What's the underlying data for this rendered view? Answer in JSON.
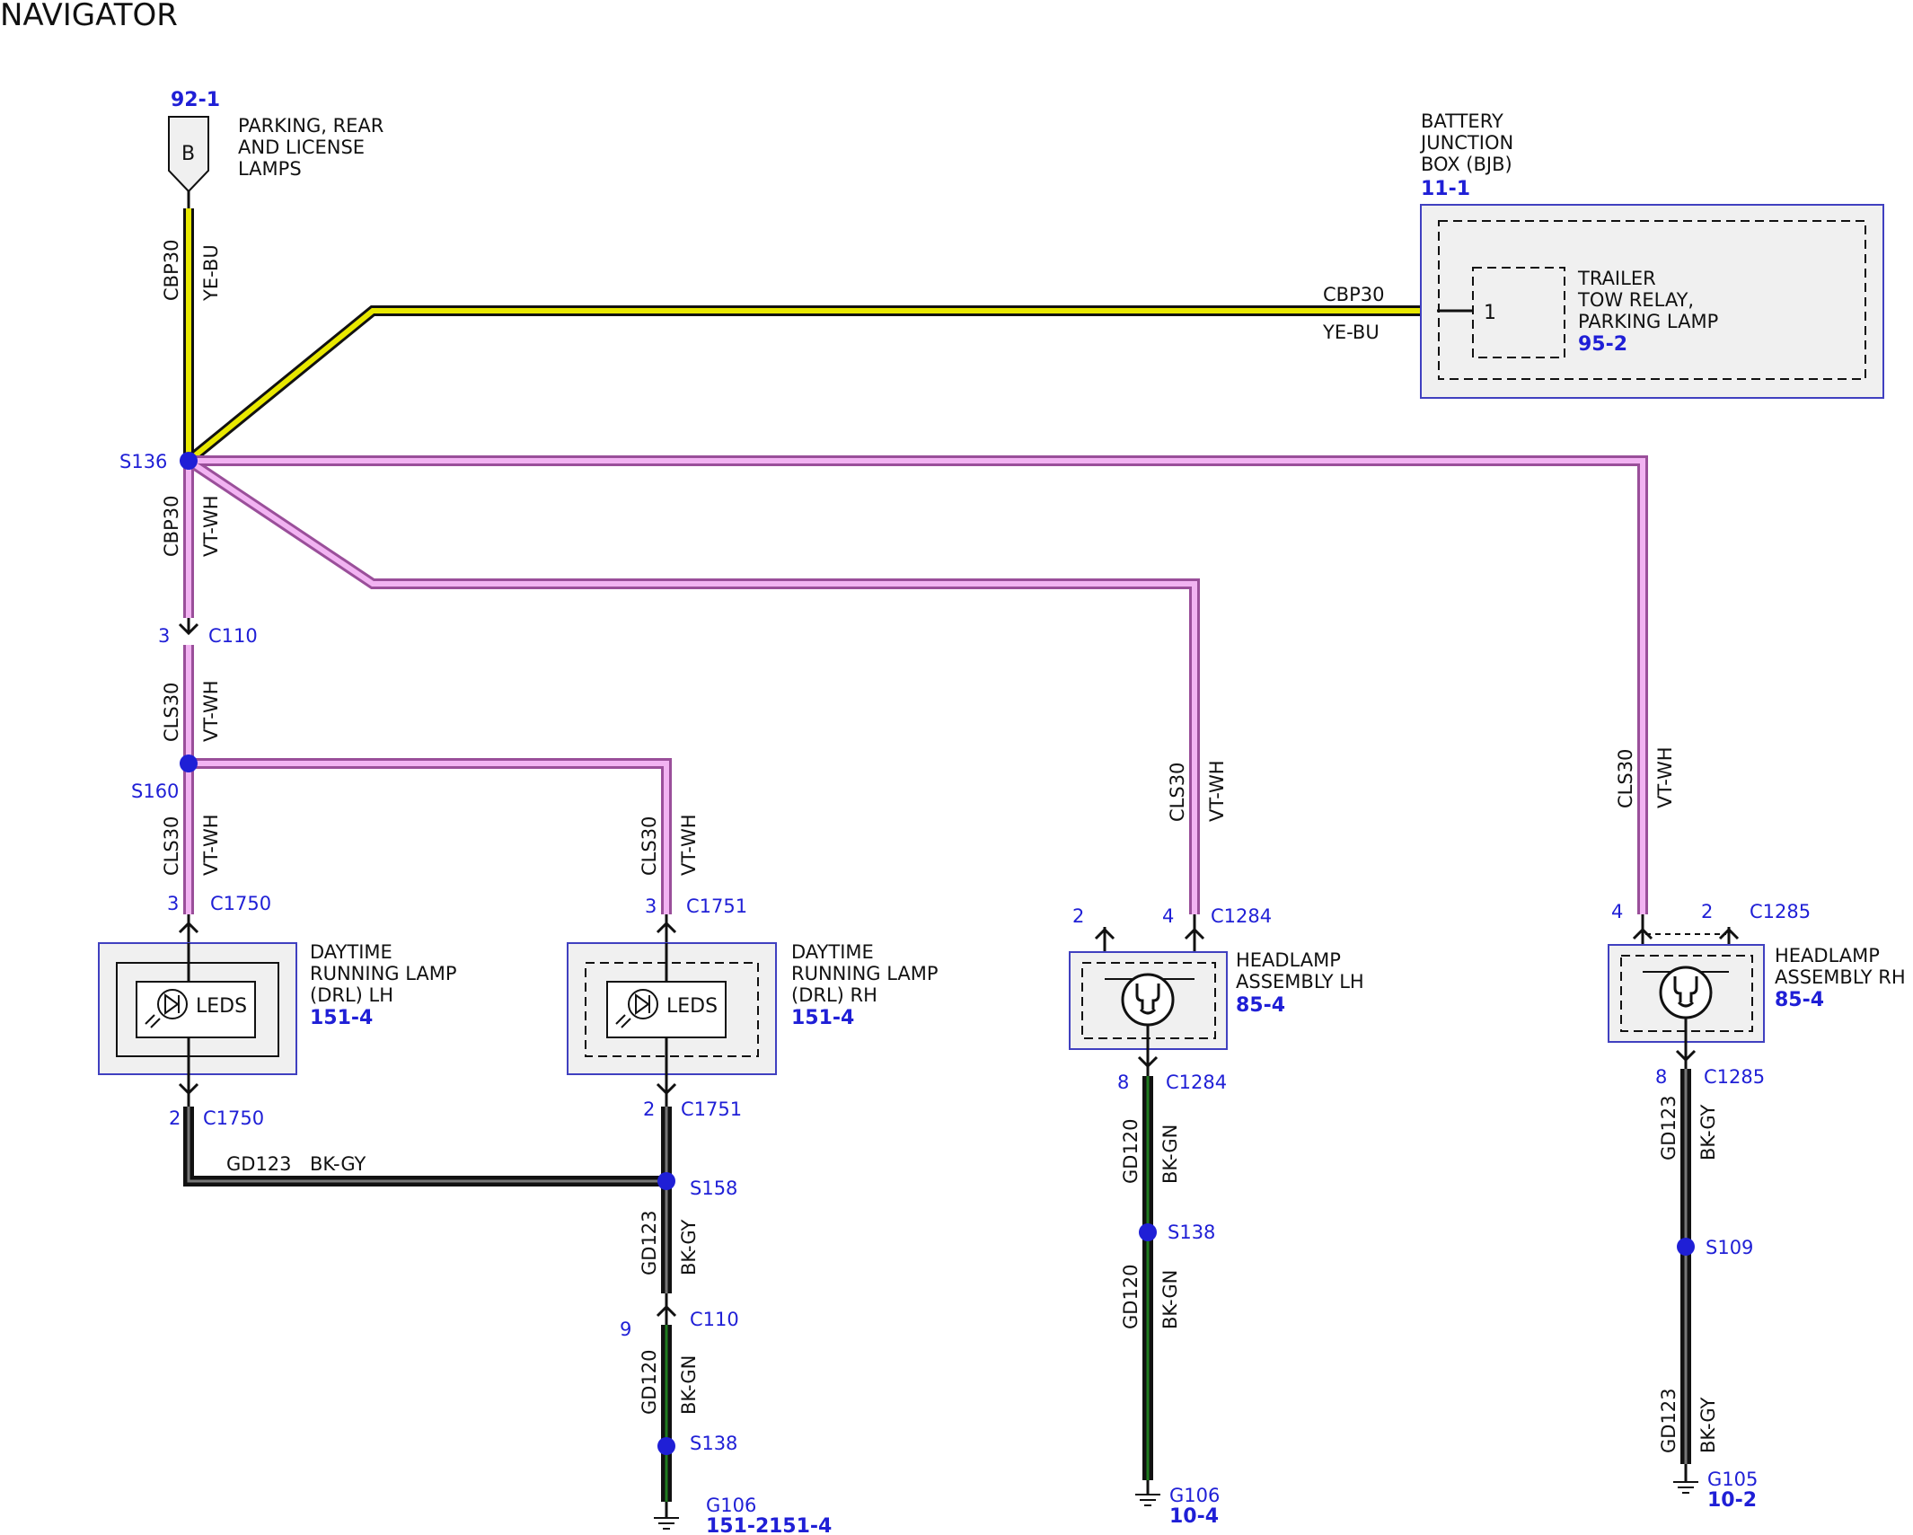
{
  "title": "NAVIGATOR",
  "colors": {
    "ye_bu_outer": "#111111",
    "ye_bu_inner": "#e8e800",
    "vt_wh_outer": "#9a4f9a",
    "vt_wh_inner": "#f2b3f2",
    "bk_gn_inner": "#1f7a1f",
    "bk_gy_inner": "#777777",
    "ref_blue": "#1f1fd6",
    "component_box": "#4040c0",
    "component_fill": "#f0f0f0"
  },
  "source": {
    "ref": "92-1",
    "pin": "B",
    "label_lines": [
      "PARKING, REAR",
      "AND LICENSE",
      "LAMPS"
    ]
  },
  "bjb": {
    "label_lines": [
      "BATTERY",
      "JUNCTION",
      "BOX (BJB)"
    ],
    "ref": "11-1",
    "relay_pin": "1",
    "relay_label_lines": [
      "TRAILER",
      "TOW RELAY,",
      "PARKING LAMP"
    ],
    "relay_ref": "95-2"
  },
  "wires": {
    "cbp30": "CBP30",
    "cls30": "CLS30",
    "gd123": "GD123",
    "gd120": "GD120",
    "ye_bu": "YE-BU",
    "vt_wh": "VT-WH",
    "bk_gy": "BK-GY",
    "bk_gn": "BK-GN"
  },
  "splices": {
    "s136": "S136",
    "s160": "S160",
    "s158": "S158",
    "s138": "S138",
    "s109": "S109"
  },
  "connectors": {
    "c110": "C110",
    "c1750": "C1750",
    "c1751": "C1751",
    "c1284": "C1284",
    "c1285": "C1285"
  },
  "pins": {
    "p2": "2",
    "p3": "3",
    "p4": "4",
    "p8": "8",
    "p9": "9"
  },
  "drl_lh": {
    "label_lines": [
      "DAYTIME",
      "RUNNING LAMP",
      "(DRL) LH"
    ],
    "ref": "151-4",
    "element": "LEDS"
  },
  "drl_rh": {
    "label_lines": [
      "DAYTIME",
      "RUNNING LAMP",
      "(DRL) RH"
    ],
    "ref": "151-4",
    "element": "LEDS"
  },
  "headlamp_lh": {
    "label_lines": [
      "HEADLAMP",
      "ASSEMBLY LH"
    ],
    "ref": "85-4"
  },
  "headlamp_rh": {
    "label_lines": [
      "HEADLAMP",
      "ASSEMBLY RH"
    ],
    "ref": "85-4"
  },
  "grounds": {
    "g106": "G106",
    "g105": "G105",
    "drl_ground_ref_a": "151-2",
    "drl_ground_ref_b": "151-4",
    "hl_lh_ground_ref": "10-4",
    "hl_rh_ground_ref": "10-2"
  }
}
